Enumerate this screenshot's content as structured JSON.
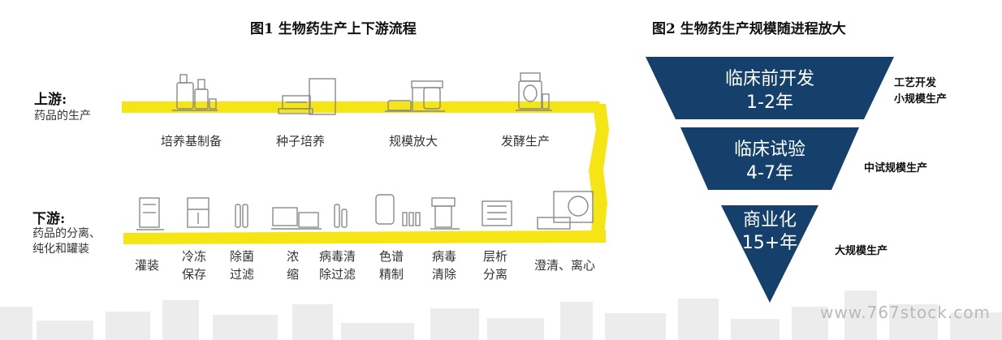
{
  "fig1": {
    "title": "图1 生物药生产上下游流程",
    "upstream": {
      "label": "上游:",
      "desc": "药品的生产",
      "steps": [
        "培养基制备",
        "种子培养",
        "规模放大",
        "发酵生产"
      ]
    },
    "downstream": {
      "label": "下游:",
      "desc_line1": "药品的分离、",
      "desc_line2": "纯化和罐装",
      "steps": [
        [
          "灌装"
        ],
        [
          "冷冻",
          "保存"
        ],
        [
          "除菌",
          "过滤"
        ],
        [
          "浓",
          "缩"
        ],
        [
          "病毒清",
          "除过滤"
        ],
        [
          "色谱",
          "精制"
        ],
        [
          "病毒",
          "清除"
        ],
        [
          "层析",
          "分离"
        ],
        [
          "澄清、离心"
        ]
      ]
    },
    "icons": [
      "bioreactor-icon",
      "incubator-icon",
      "fermenter-icon",
      "sterilizer-icon",
      "filling-machine-icon",
      "freezer-icon",
      "filter-icon",
      "concentrator-icon",
      "chromatography-icon",
      "centrifuge-icon"
    ]
  },
  "fig2": {
    "title": "图2 生物药生产规模随进程放大",
    "levels": [
      {
        "label": "临床前开发",
        "duration": "1-2年",
        "note_line1": "工艺开发",
        "note_line2": "小规模生产"
      },
      {
        "label": "临床试验",
        "duration": "4-7年",
        "note_line1": "中试规模生产",
        "note_line2": ""
      },
      {
        "label": "商业化",
        "duration": "15+年",
        "note_line1": "大规模生产",
        "note_line2": ""
      }
    ]
  },
  "watermark": "www.767stock.com",
  "colors": {
    "flow": "#f5e514",
    "funnel": "#14406b",
    "skyline": "#ececec"
  }
}
